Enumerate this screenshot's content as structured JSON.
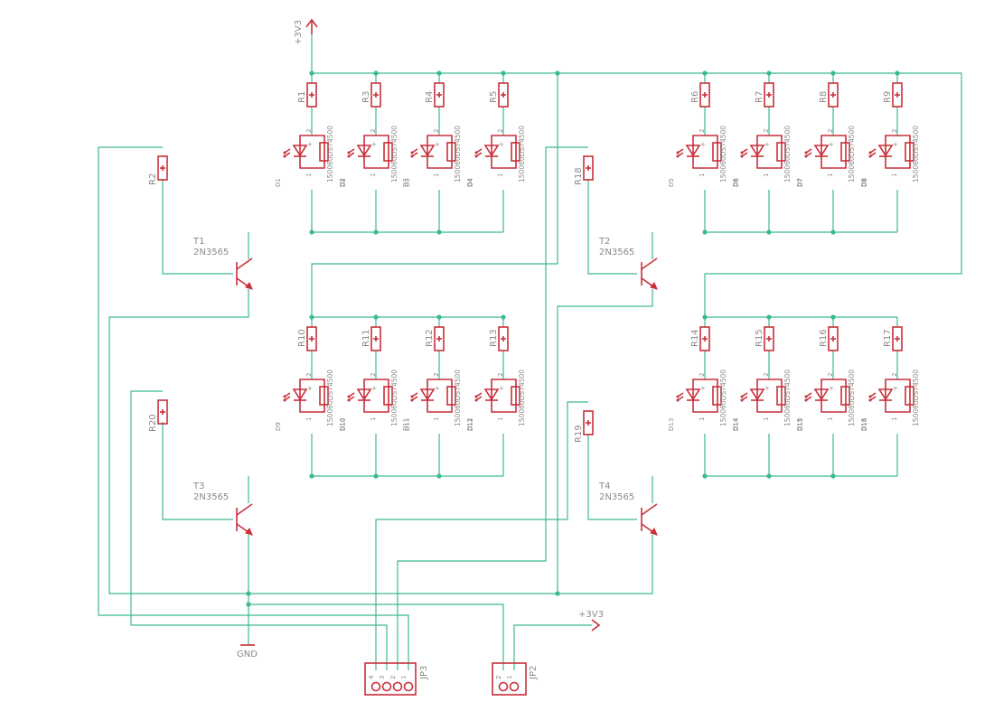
{
  "power": {
    "vcc_label": "+3V3",
    "gnd_label": "GND"
  },
  "transistors": [
    {
      "name": "T1",
      "value": "2N3565"
    },
    {
      "name": "T2",
      "value": "2N3565"
    },
    {
      "name": "T3",
      "value": "2N3565"
    },
    {
      "name": "T4",
      "value": "2N3565"
    }
  ],
  "base_resistors": [
    {
      "name": "R2"
    },
    {
      "name": "R18"
    },
    {
      "name": "R20"
    },
    {
      "name": "R19"
    }
  ],
  "led_groups": [
    {
      "transistor": "T1",
      "cells": [
        {
          "r": "R1",
          "d": "D1",
          "p": "D2",
          "value": "150060DS74500"
        },
        {
          "r": "R3",
          "d": "D2",
          "p": "D3",
          "value": "150060DS74500"
        },
        {
          "r": "R4",
          "d": "D3",
          "p": "D4",
          "value": "150060DS74500"
        },
        {
          "r": "R5",
          "d": "D4",
          "p": "",
          "value": "150060DS74500"
        }
      ]
    },
    {
      "transistor": "T2",
      "cells": [
        {
          "r": "R6",
          "d": "D5",
          "p": "D6",
          "value": "150060DS74500"
        },
        {
          "r": "R7",
          "d": "D6",
          "p": "D7",
          "value": "150060DS74500"
        },
        {
          "r": "R8",
          "d": "D7",
          "p": "D8",
          "value": "150060DS74500"
        },
        {
          "r": "R9",
          "d": "D8",
          "p": "",
          "value": "150060DS74500"
        }
      ]
    },
    {
      "transistor": "T3",
      "cells": [
        {
          "r": "R10",
          "d": "D9",
          "p": "D10",
          "value": "150060DS74500"
        },
        {
          "r": "R11",
          "d": "D10",
          "p": "D11",
          "value": "150060DS74500"
        },
        {
          "r": "R12",
          "d": "D11",
          "p": "D12",
          "value": "150060DS74500"
        },
        {
          "r": "R13",
          "d": "D12",
          "p": "",
          "value": "150060DS74500"
        }
      ]
    },
    {
      "transistor": "T4",
      "cells": [
        {
          "r": "R14",
          "d": "D13",
          "p": "D14",
          "value": "150060DS74500"
        },
        {
          "r": "R15",
          "d": "D14",
          "p": "D15",
          "value": "150060DS74500"
        },
        {
          "r": "R16",
          "d": "D15",
          "p": "D16",
          "value": "150060DS74500"
        },
        {
          "r": "R17",
          "d": "D16",
          "p": "",
          "value": "150060DS74500"
        }
      ]
    }
  ],
  "connectors": [
    {
      "name": "JP3",
      "pins": [
        "4",
        "3",
        "2",
        "1"
      ]
    },
    {
      "name": "JP2",
      "pins": [
        "2",
        "1"
      ]
    }
  ],
  "pin_labels": {
    "anode": "2",
    "cathode": "1",
    "plus": "+"
  }
}
